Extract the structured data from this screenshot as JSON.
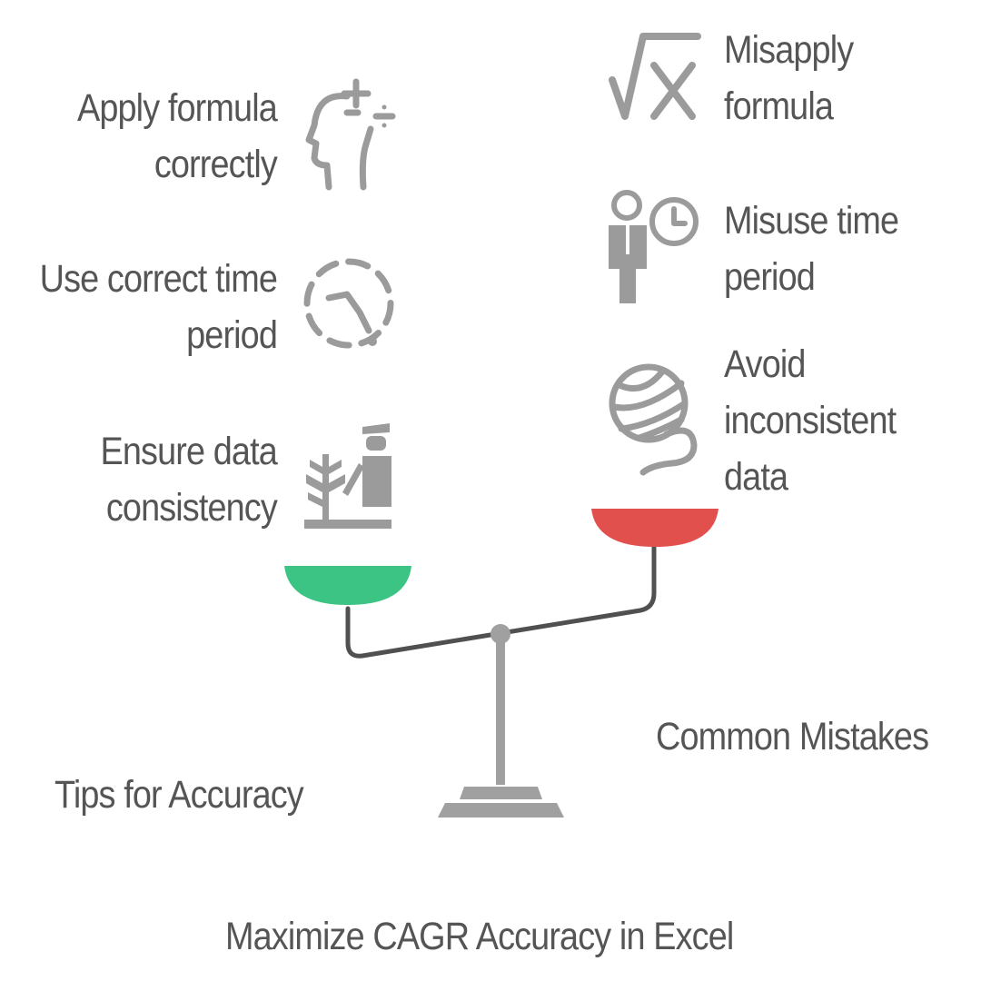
{
  "title": "Maximize CAGR Accuracy in Excel",
  "left_side": {
    "name": "Tips for Accuracy",
    "pan_color": "#3cc485",
    "items": [
      {
        "lines": [
          "Apply formula",
          "correctly"
        ],
        "icon": "head-math-icon"
      },
      {
        "lines": [
          "Use correct time",
          "period"
        ],
        "icon": "dashed-clock-icon"
      },
      {
        "lines": [
          "Ensure data",
          "consistency"
        ],
        "icon": "gardener-icon"
      }
    ]
  },
  "right_side": {
    "name": "Common Mistakes",
    "pan_color": "#e2504e",
    "items": [
      {
        "lines": [
          "Misapply",
          "formula"
        ],
        "icon": "square-root-x-icon"
      },
      {
        "lines": [
          "Misuse time",
          "period"
        ],
        "icon": "person-clock-icon"
      },
      {
        "lines": [
          "Avoid",
          "inconsistent",
          "data"
        ],
        "icon": "yarn-ball-icon"
      }
    ]
  },
  "colors": {
    "text": "#555555",
    "icon": "#9b9b9b",
    "beam": "#505050",
    "stand": "#a0a0a0"
  }
}
